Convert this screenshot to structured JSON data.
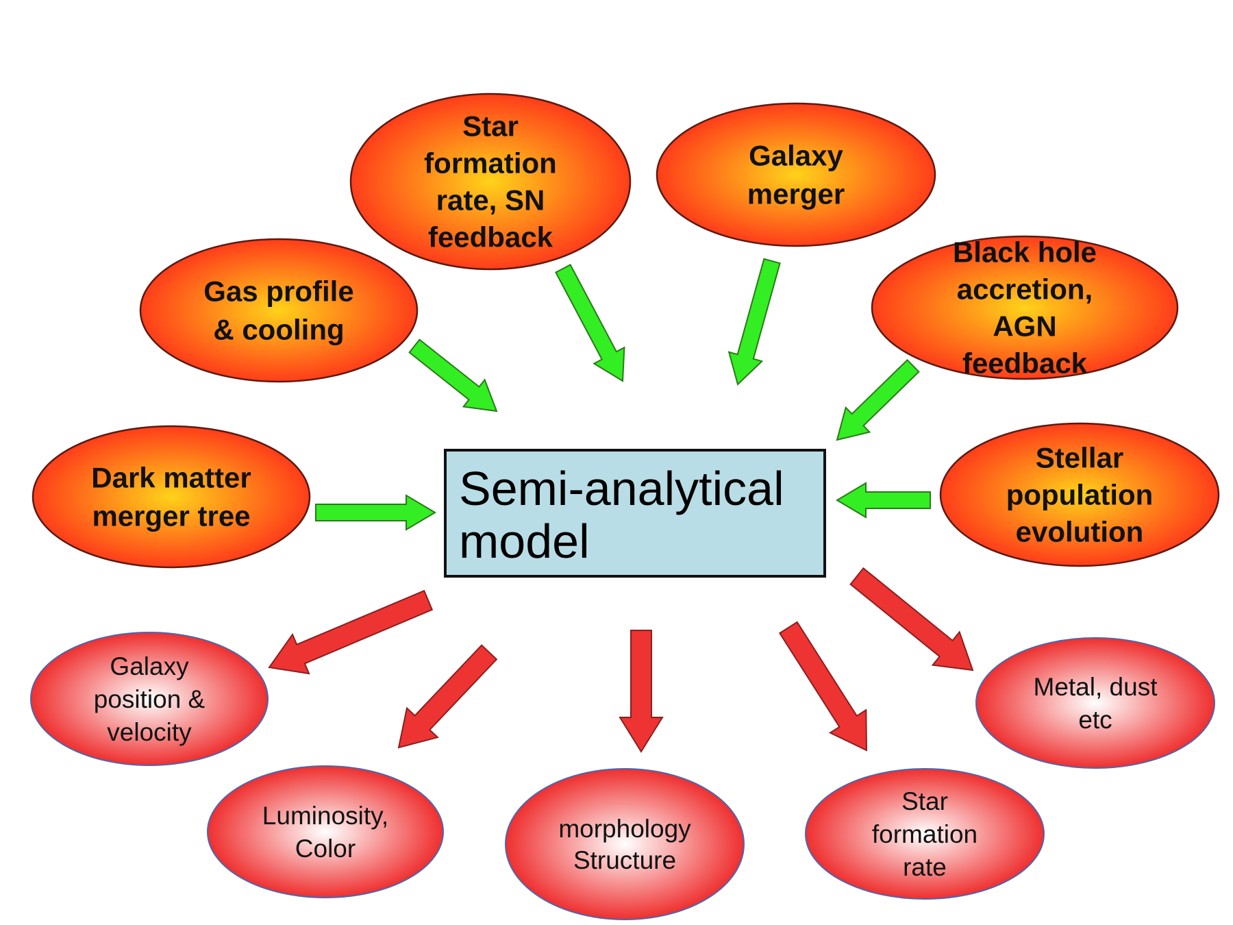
{
  "colors": {
    "input_center": "#ffd21a",
    "input_edge": "#ff3d1a",
    "output_center": "#ffffff",
    "output_edge": "#ef2f2f",
    "input_arrow": "#33ee22",
    "output_arrow": "#ee3333",
    "box_fill": "#b9dde6"
  },
  "center": {
    "line1": "Semi-analytical",
    "line2": "model"
  },
  "inputs": [
    {
      "id": "dark-matter-merger-tree",
      "lines": [
        "Dark matter",
        "merger tree"
      ]
    },
    {
      "id": "gas-profile-cooling",
      "lines": [
        "Gas profile",
        "& cooling"
      ]
    },
    {
      "id": "star-formation-sn-feedback",
      "lines": [
        "Star",
        "formation",
        "rate, SN",
        "feedback"
      ]
    },
    {
      "id": "galaxy-merger",
      "lines": [
        "Galaxy",
        "merger"
      ]
    },
    {
      "id": "black-hole-agn-feedback",
      "lines": [
        "Black hole",
        "accretion,",
        "AGN",
        "feedback"
      ]
    },
    {
      "id": "stellar-population-evolution",
      "lines": [
        "Stellar",
        "population",
        "evolution"
      ]
    }
  ],
  "outputs": [
    {
      "id": "galaxy-position-velocity",
      "lines": [
        "Galaxy",
        "position &",
        "velocity"
      ]
    },
    {
      "id": "luminosity-color",
      "lines": [
        "Luminosity,",
        "Color"
      ]
    },
    {
      "id": "morphology-structure",
      "lines": [
        "morphology",
        "Structure"
      ]
    },
    {
      "id": "star-formation-rate",
      "lines": [
        "Star",
        "formation",
        "rate"
      ]
    },
    {
      "id": "metal-dust",
      "lines": [
        "Metal, dust",
        "etc"
      ]
    }
  ]
}
